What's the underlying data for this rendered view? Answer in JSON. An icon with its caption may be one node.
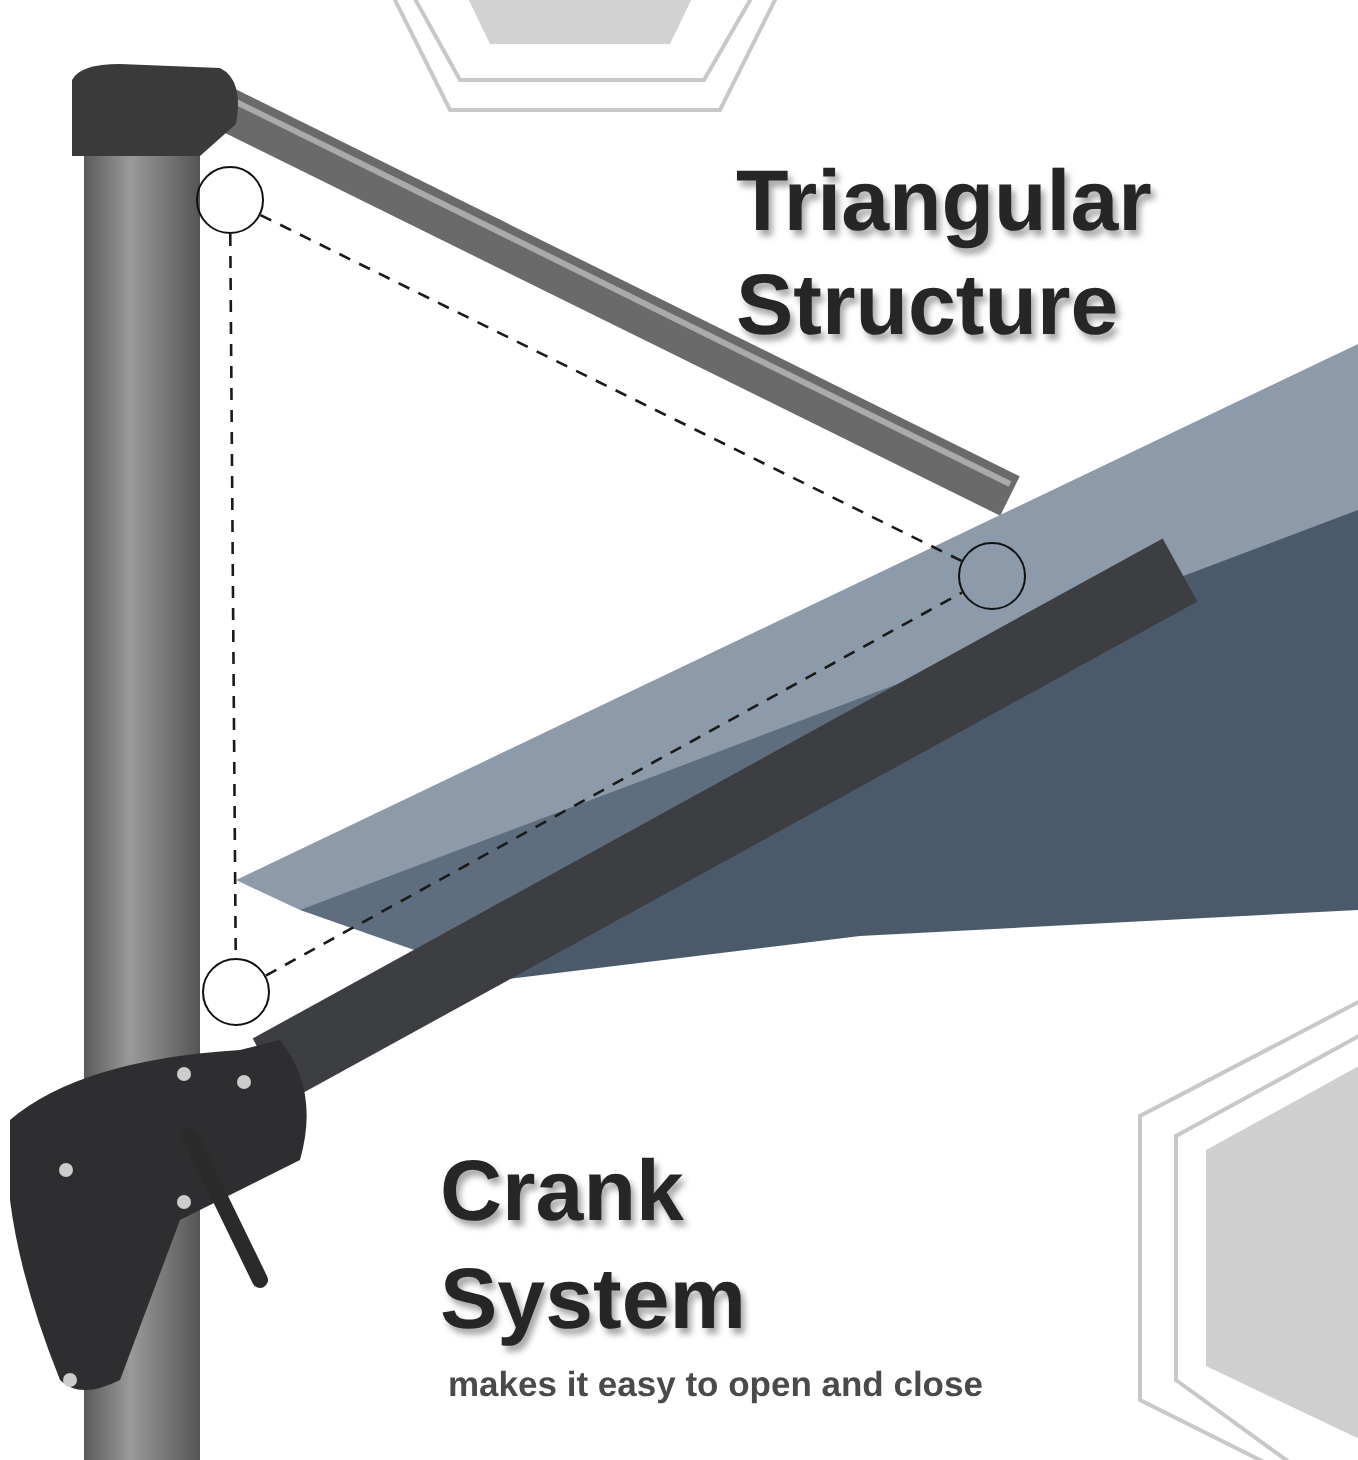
{
  "diagram": {
    "nodes": [
      {
        "text": [],
        "shape": "circle"
      },
      {
        "text": [],
        "shape": "circle"
      },
      {
        "text": [],
        "shape": "circle"
      }
    ],
    "edges": [
      {
        "from": 0,
        "to": 1,
        "arrow": "none",
        "style": "dashed"
      },
      {
        "from": 0,
        "to": 2,
        "arrow": "none",
        "style": "dashed"
      },
      {
        "from": 2,
        "to": 1,
        "arrow": "none",
        "style": "dashed"
      }
    ],
    "labels": [
      "Triangular Structure",
      "Crank System",
      "makes it easy to open and close"
    ]
  }
}
